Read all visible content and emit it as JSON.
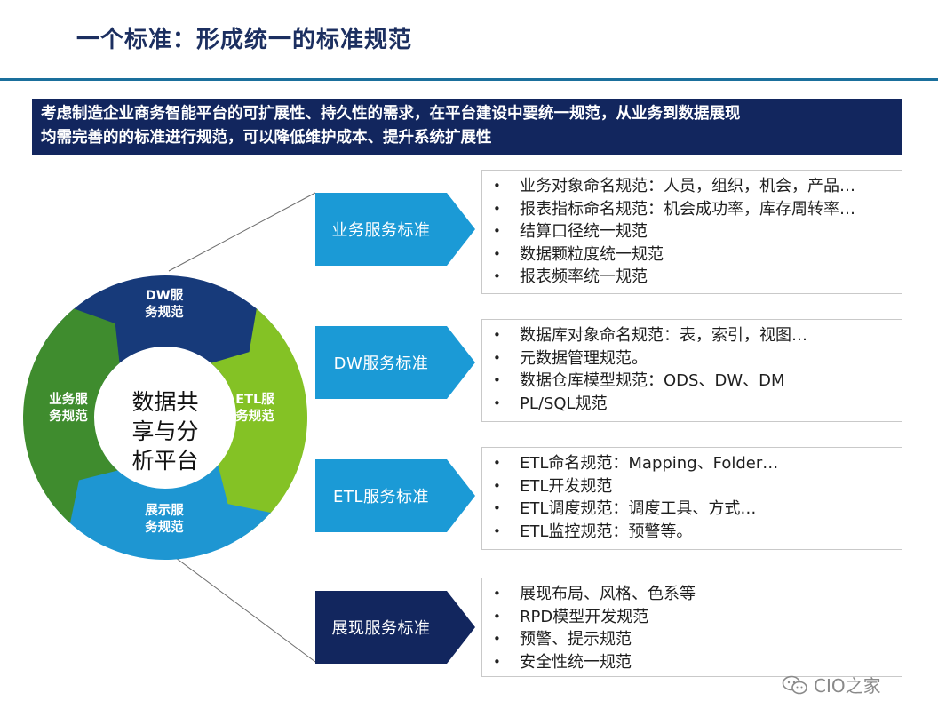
{
  "title": "一个标准：形成统一的标准规范",
  "intro": {
    "line1": "考虑制造企业商务智能平台的可扩展性、持久性的需求，在平台建设中要统一规范，从业务到数据展现",
    "line2": "均需完善的的标准进行规范，可以降低维护成本、提升系统扩展性"
  },
  "ring": {
    "center_line1": "数据共",
    "center_line2": "享与分",
    "center_line3": "析平台",
    "segments": [
      {
        "line1": "DW服",
        "line2": "务规范",
        "color": "#173a7a"
      },
      {
        "line1": "ETL服",
        "line2": "务规范",
        "color": "#84c225"
      },
      {
        "line1": "展示服",
        "line2": "务规范",
        "color": "#1e96d2"
      },
      {
        "line1": "业务服",
        "line2": "务规范",
        "color": "#3f8c2e"
      }
    ]
  },
  "standards": [
    {
      "label": "业务服务标准",
      "color": "#1b9ad6",
      "items": [
        "业务对象命名规范：人员，组织，机会，产品…",
        "报表指标命名规范：机会成功率，库存周转率…",
        "结算口径统一规范",
        "数据颗粒度统一规范",
        "报表频率统一规范"
      ]
    },
    {
      "label": "DW服务标准",
      "color": "#1b9ad6",
      "items": [
        "数据库对象命名规范：表，索引，视图…",
        "元数据管理规范。",
        "数据仓库模型规范：ODS、DW、DM",
        "PL/SQL规范"
      ]
    },
    {
      "label": "ETL服务标准",
      "color": "#1b9ad6",
      "items": [
        "ETL命名规范：Mapping、Folder…",
        "ETL开发规范",
        "ETL调度规范：调度工具、方式…",
        "ETL监控规范：预警等。"
      ]
    },
    {
      "label": "展现服务标准",
      "color": "#12265e",
      "items": [
        "展现布局、风格、色系等",
        "RPD模型开发规范",
        "预警、提示规范",
        "安全性统一规范"
      ]
    }
  ],
  "watermark": "CIO之家"
}
